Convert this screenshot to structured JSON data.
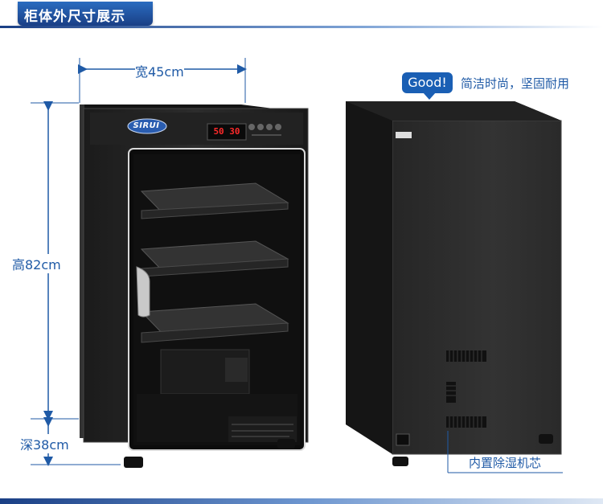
{
  "header": {
    "title": "柜体外尺寸展示"
  },
  "dimensions": {
    "width_label": "宽45cm",
    "height_label": "高82cm",
    "depth_label": "深38cm"
  },
  "badge": {
    "good": "Good!",
    "slogan": "简洁时尚，坚固耐用"
  },
  "callout": {
    "core": "内置除湿机芯"
  },
  "cabinet": {
    "brand": "SIRUI",
    "display_value": "50 30"
  },
  "colors": {
    "accent": "#1f5aa6",
    "header_bg": "#1a3f85",
    "cabinet_body": "#2a2a2a",
    "display": "#ff2a2a"
  }
}
